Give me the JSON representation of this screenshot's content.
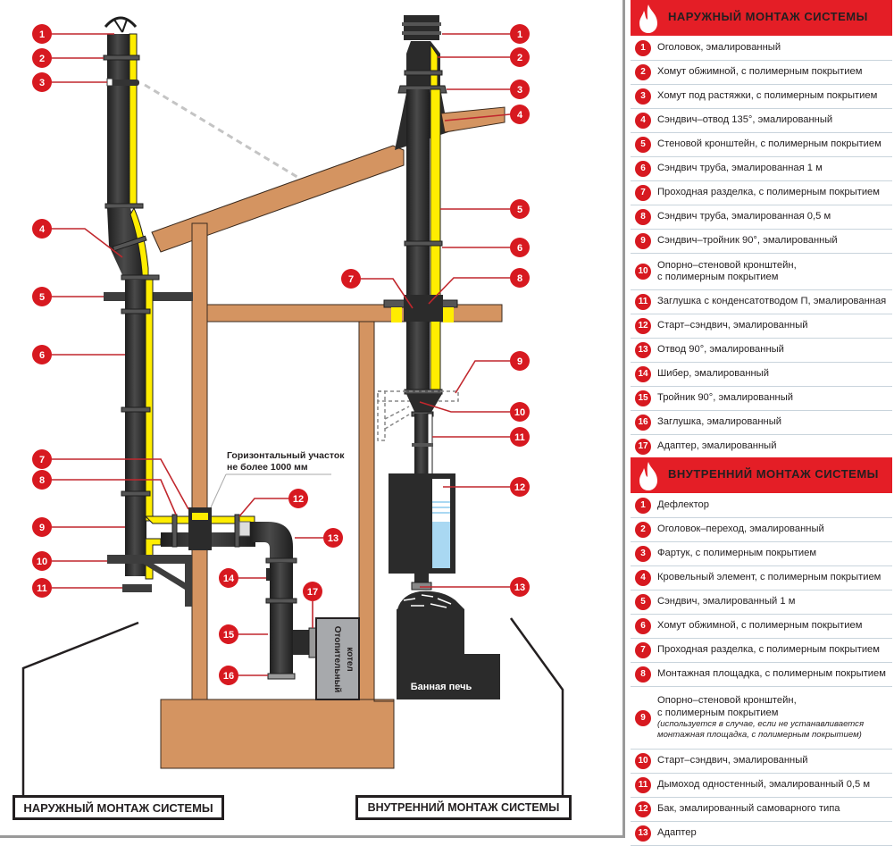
{
  "diagram": {
    "horizontal_note_line1": "Горизонтальный участок",
    "horizontal_note_line2": "не более 1000 мм",
    "boiler_label_line1": "Отопительный",
    "boiler_label_line2": "котел",
    "stove_label": "Банная печь",
    "caption_outer": "НАРУЖНЫЙ МОНТАЖ СИСТЕМЫ",
    "caption_inner": "ВНУТРЕННИЙ МОНТАЖ СИСТЕМЫ",
    "outer_callouts": [
      "1",
      "2",
      "3",
      "4",
      "5",
      "6",
      "7",
      "8",
      "9",
      "10",
      "11",
      "12",
      "13",
      "14",
      "15",
      "16",
      "17"
    ],
    "inner_callouts": [
      "1",
      "2",
      "3",
      "4",
      "5",
      "6",
      "7",
      "8",
      "9",
      "10",
      "11",
      "12",
      "13"
    ]
  },
  "colors": {
    "accent_red": "#e41e26",
    "badge_red": "#d71920",
    "wood": "#d49461",
    "pipe_dark": "#2b2b2b",
    "insulation_yellow": "#ffed00",
    "water_blue": "#a9d8f2",
    "boiler_gray": "#a7a9ac"
  },
  "legend": {
    "outer": {
      "title": "НАРУЖНЫЙ МОНТАЖ СИСТЕМЫ",
      "icon": "flame-icon",
      "items": [
        {
          "num": "1",
          "text": "Оголовок, эмалированный"
        },
        {
          "num": "2",
          "text": "Хомут обжимной, с полимерным покрытием"
        },
        {
          "num": "3",
          "text": "Хомут под растяжки, с полимерным покрытием"
        },
        {
          "num": "4",
          "text": "Сэндвич–отвод 135°, эмалированный"
        },
        {
          "num": "5",
          "text": "Стеновой кронштейн, с полимерным покрытием"
        },
        {
          "num": "6",
          "text": "Сэндвич труба, эмалированная   1 м"
        },
        {
          "num": "7",
          "text": "Проходная разделка, с полимерным покрытием"
        },
        {
          "num": "8",
          "text": "Сэндвич труба, эмалированная  0,5 м"
        },
        {
          "num": "9",
          "text": "Сэндвич–тройник 90°, эмалированный"
        },
        {
          "num": "10",
          "text": "Опорно–стеновой кронштейн,",
          "text2": "с полимерным покрытием"
        },
        {
          "num": "11",
          "text": "Заглушка с конденсатотводом П, эмалированная"
        },
        {
          "num": "12",
          "text": "Старт–сэндвич, эмалированный"
        },
        {
          "num": "13",
          "text": "Отвод 90°, эмалированный"
        },
        {
          "num": "14",
          "text": "Шибер, эмалированный"
        },
        {
          "num": "15",
          "text": "Тройник 90°, эмалированный"
        },
        {
          "num": "16",
          "text": "Заглушка, эмалированный"
        },
        {
          "num": "17",
          "text": "Адаптер, эмалированный"
        }
      ]
    },
    "inner": {
      "title": "ВНУТРЕННИЙ МОНТАЖ СИСТЕМЫ",
      "icon": "flame-icon",
      "items": [
        {
          "num": "1",
          "text": "Дефлектор"
        },
        {
          "num": "2",
          "text": "Оголовок–переход, эмалированный"
        },
        {
          "num": "3",
          "text": "Фартук, с полимерным покрытием"
        },
        {
          "num": "4",
          "text": "Кровельный элемент, с полимерным покрытием"
        },
        {
          "num": "5",
          "text": "Сэндвич, эмалированный  1 м"
        },
        {
          "num": "6",
          "text": "Хомут обжимной, с полимерным покрытием"
        },
        {
          "num": "7",
          "text": "Проходная разделка, с полимерным покрытием"
        },
        {
          "num": "8",
          "text": "Монтажная площадка, с полимерным покрытием"
        },
        {
          "num": "9",
          "text": "Опорно–стеновой кронштейн,",
          "text2": "с полимерным покрытием",
          "note": "(используется в случае, если не  устанавливается",
          "note2": "монтажная площадка, с полимерным покрытием)"
        },
        {
          "num": "10",
          "text": "Старт–сэндвич, эмалированный"
        },
        {
          "num": "11",
          "text": "Дымоход одностенный, эмалированный  0,5 м"
        },
        {
          "num": "12",
          "text": "Бак, эмалированный самоварного типа"
        },
        {
          "num": "13",
          "text": "Адаптер"
        }
      ]
    }
  }
}
